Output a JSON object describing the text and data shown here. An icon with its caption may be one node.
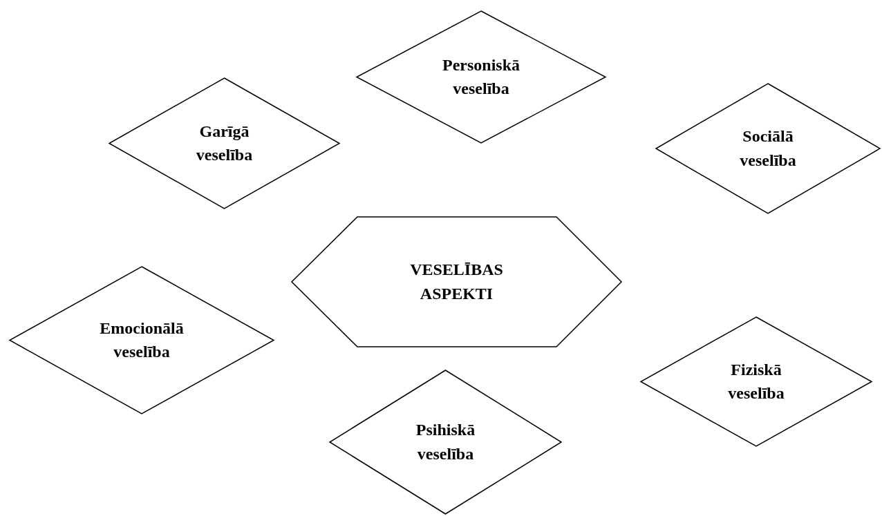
{
  "diagram": {
    "nodes": [
      {
        "text": [
          "Personiskā veselība"
        ]
      },
      {
        "text": [
          "Garīgā veselība"
        ]
      },
      {
        "text": [
          "Sociālā veselība"
        ]
      },
      {
        "text": [
          "VESELĪBAS ASPEKTI"
        ]
      },
      {
        "text": [
          "Emocionālā veselība"
        ]
      },
      {
        "text": [
          "Fiziskā veselība"
        ]
      },
      {
        "text": [
          "Psihiskā veselība"
        ]
      }
    ]
  }
}
